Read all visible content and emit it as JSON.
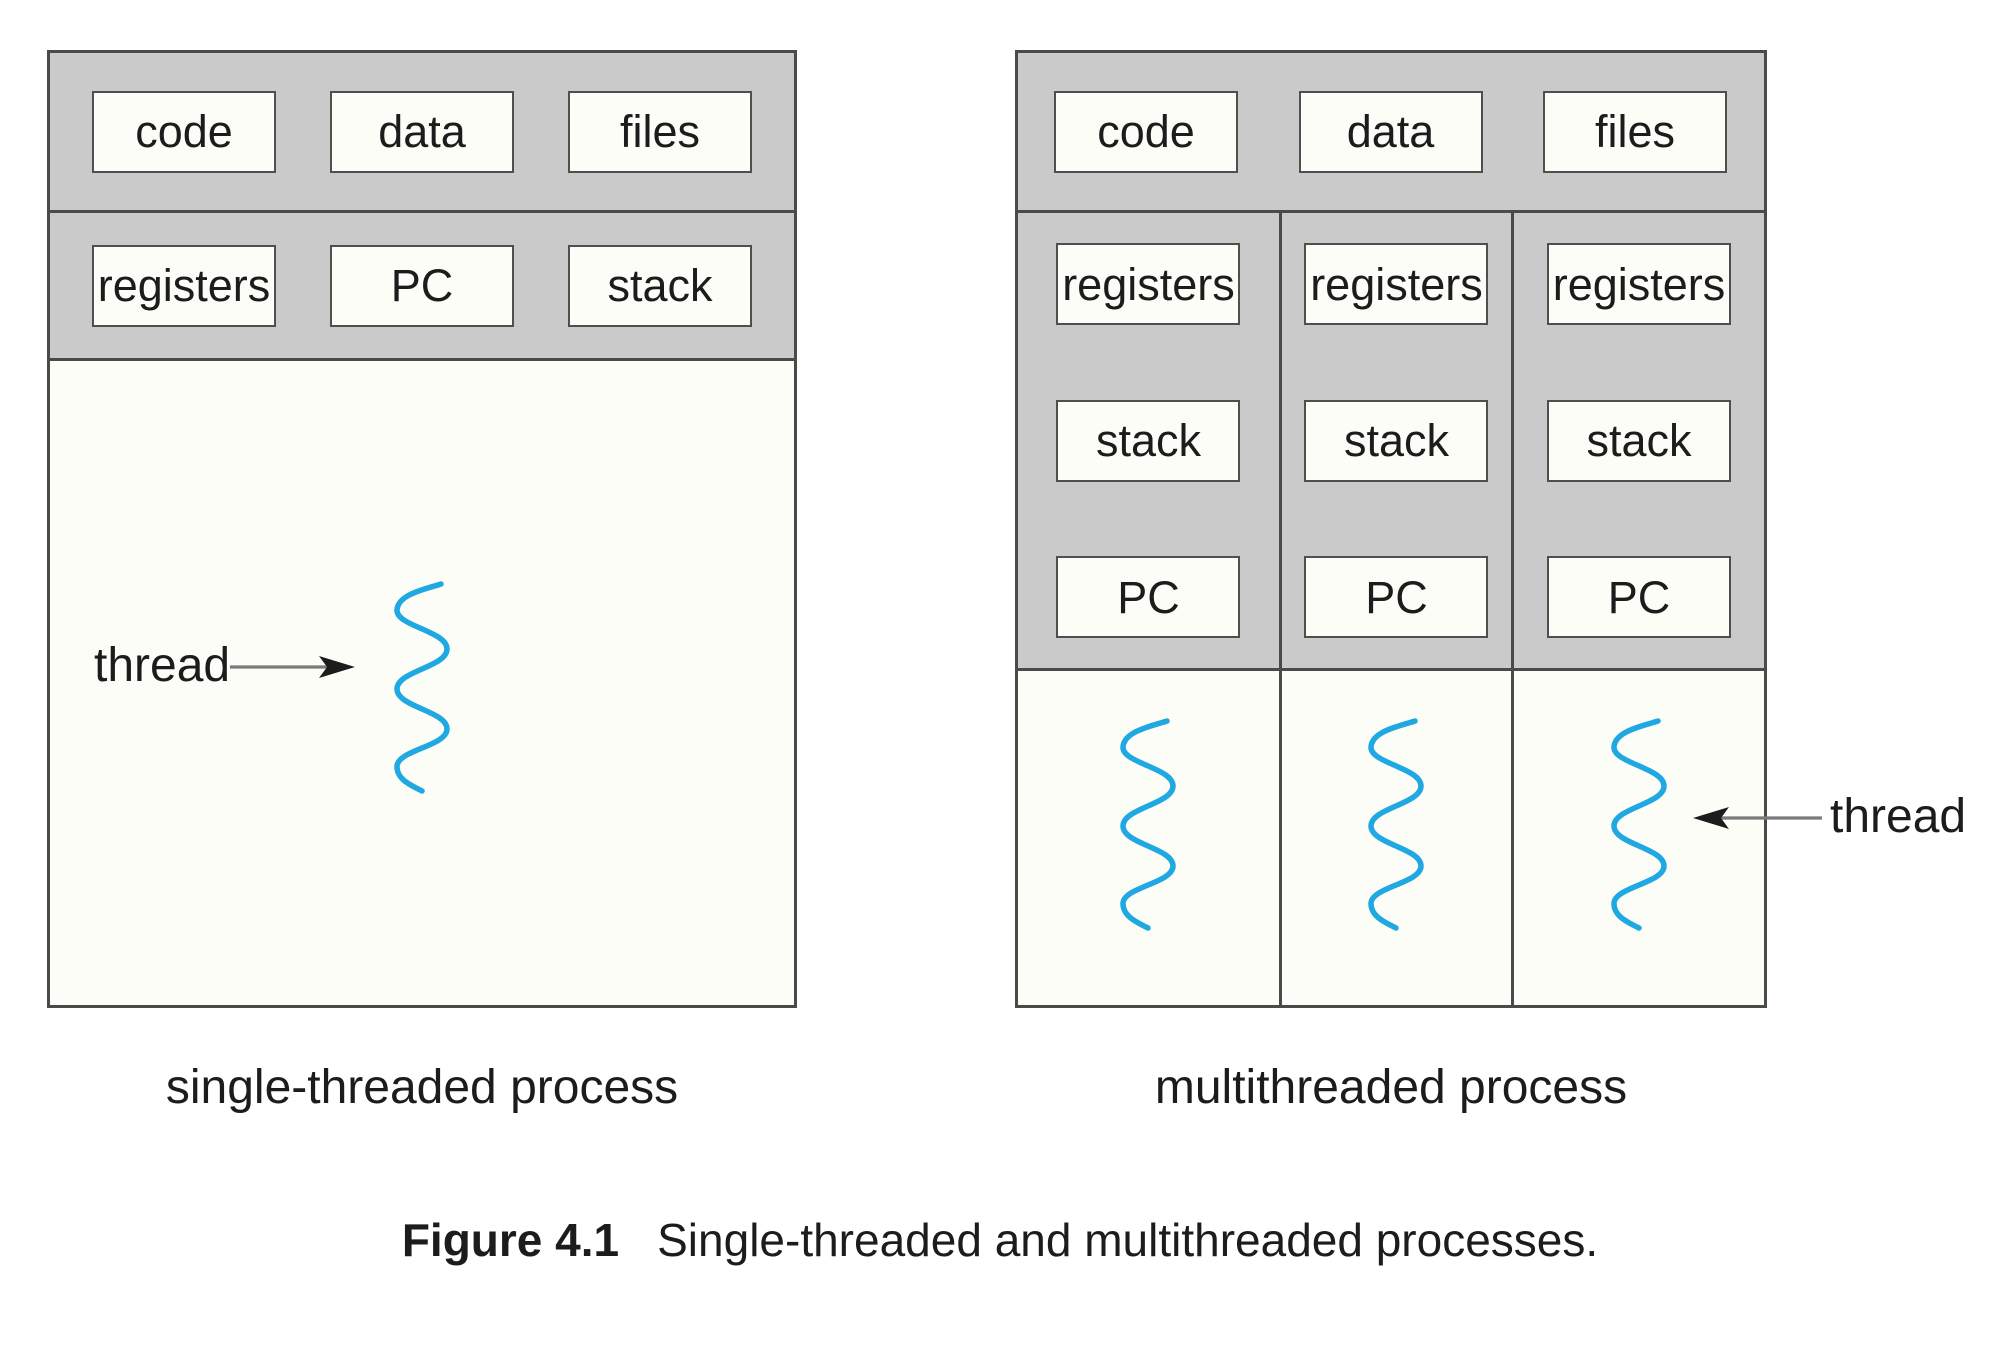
{
  "left": {
    "caption": "single-threaded process",
    "top_row": [
      "code",
      "data",
      "files"
    ],
    "state_row": [
      "registers",
      "PC",
      "stack"
    ],
    "thread_label": "thread"
  },
  "right": {
    "caption": "multithreaded process",
    "top_row": [
      "code",
      "data",
      "files"
    ],
    "columns": [
      [
        "registers",
        "stack",
        "PC"
      ],
      [
        "registers",
        "stack",
        "PC"
      ],
      [
        "registers",
        "stack",
        "PC"
      ]
    ],
    "thread_label": "thread"
  },
  "figure_caption": {
    "number": "Figure 4.1",
    "text": "Single-threaded and multithreaded processes."
  },
  "colors": {
    "panel_gray": "#cacaca",
    "border_dark": "#4a4a4a",
    "paper_white": "#fdfdf8",
    "thread_blue": "#1fa8e1",
    "arrow_gray": "#7a7a7a",
    "ink": "#1c1c1c"
  }
}
